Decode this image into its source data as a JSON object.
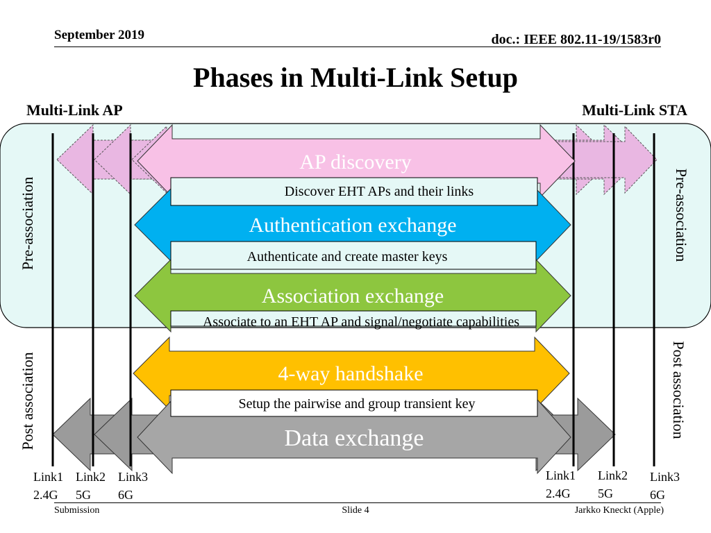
{
  "header": {
    "date": "September 2019",
    "doc": "doc.: IEEE 802.11-19/1583r0"
  },
  "title": "Phases in Multi-Link Setup",
  "left_entity": "Multi-Link AP",
  "right_entity": "Multi-Link STA",
  "phase_labels": {
    "pre_left": "Pre-association",
    "pre_right": "Pre-association",
    "post_left": "Post association",
    "post_right": "Post association"
  },
  "phases": [
    {
      "label": "AP discovery",
      "caption": "Discover EHT APs and their links",
      "color": "#F8C1E6"
    },
    {
      "label": "Authentication exchange",
      "caption": "Authenticate and create master keys",
      "color": "#00B0F0"
    },
    {
      "label": "Association exchange",
      "caption": "Associate to an EHT AP and signal/negotiate capabilities",
      "color": "#8DC63F"
    },
    {
      "label": "4-way handshake",
      "caption": "Setup the pairwise and group transient key",
      "color": "#FFC000"
    },
    {
      "label": "Data exchange",
      "caption": "",
      "color": "#A6A6A6"
    }
  ],
  "ap_links": [
    {
      "name": "Link1",
      "band": "2.4G"
    },
    {
      "name": "Link2",
      "band": "5G"
    },
    {
      "name": "Link3",
      "band": "6G"
    }
  ],
  "sta_links": [
    {
      "name": "Link1",
      "band": "2.4G"
    },
    {
      "name": "Link2",
      "band": "5G"
    },
    {
      "name": "Link3",
      "band": "6G"
    }
  ],
  "footer": {
    "left": "Submission",
    "center": "Slide 4",
    "right": "Jarkko Kneckt (Apple)"
  }
}
